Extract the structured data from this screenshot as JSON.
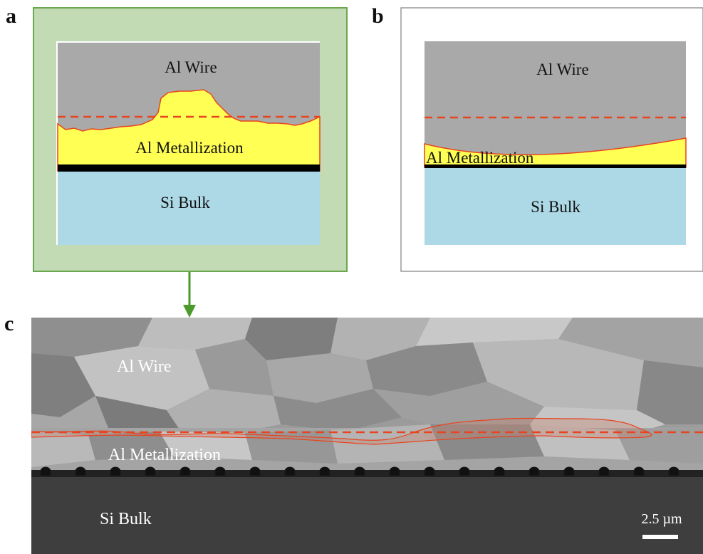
{
  "panel_a": {
    "letter": "a",
    "labels": {
      "wire": "Al Wire",
      "metallization": "Al Metallization",
      "bulk": "Si Bulk"
    },
    "colors": {
      "frame": "#c3dbb5",
      "frame_border": "#6aa84f",
      "wire": "#a9a9a9",
      "metallization": "#ffff54",
      "barrier": "#000000",
      "bulk": "#add8e6",
      "interface": "#e8441f"
    }
  },
  "panel_b": {
    "letter": "b",
    "labels": {
      "wire": "Al Wire",
      "metallization": "Al Metallization",
      "bulk": "Si Bulk"
    },
    "colors": {
      "frame_border": "#999999",
      "wire": "#a9a9a9",
      "metallization": "#ffff54",
      "barrier": "#000000",
      "bulk": "#add8e6",
      "interface": "#e8441f"
    }
  },
  "panel_c": {
    "letter": "c",
    "labels": {
      "wire": "Al Wire",
      "metallization": "Al Metallization",
      "bulk": "Si Bulk"
    },
    "scale_bar": "2.5 µm",
    "colors": {
      "interface": "#e8441f",
      "arrow": "#4b9a2b"
    }
  }
}
